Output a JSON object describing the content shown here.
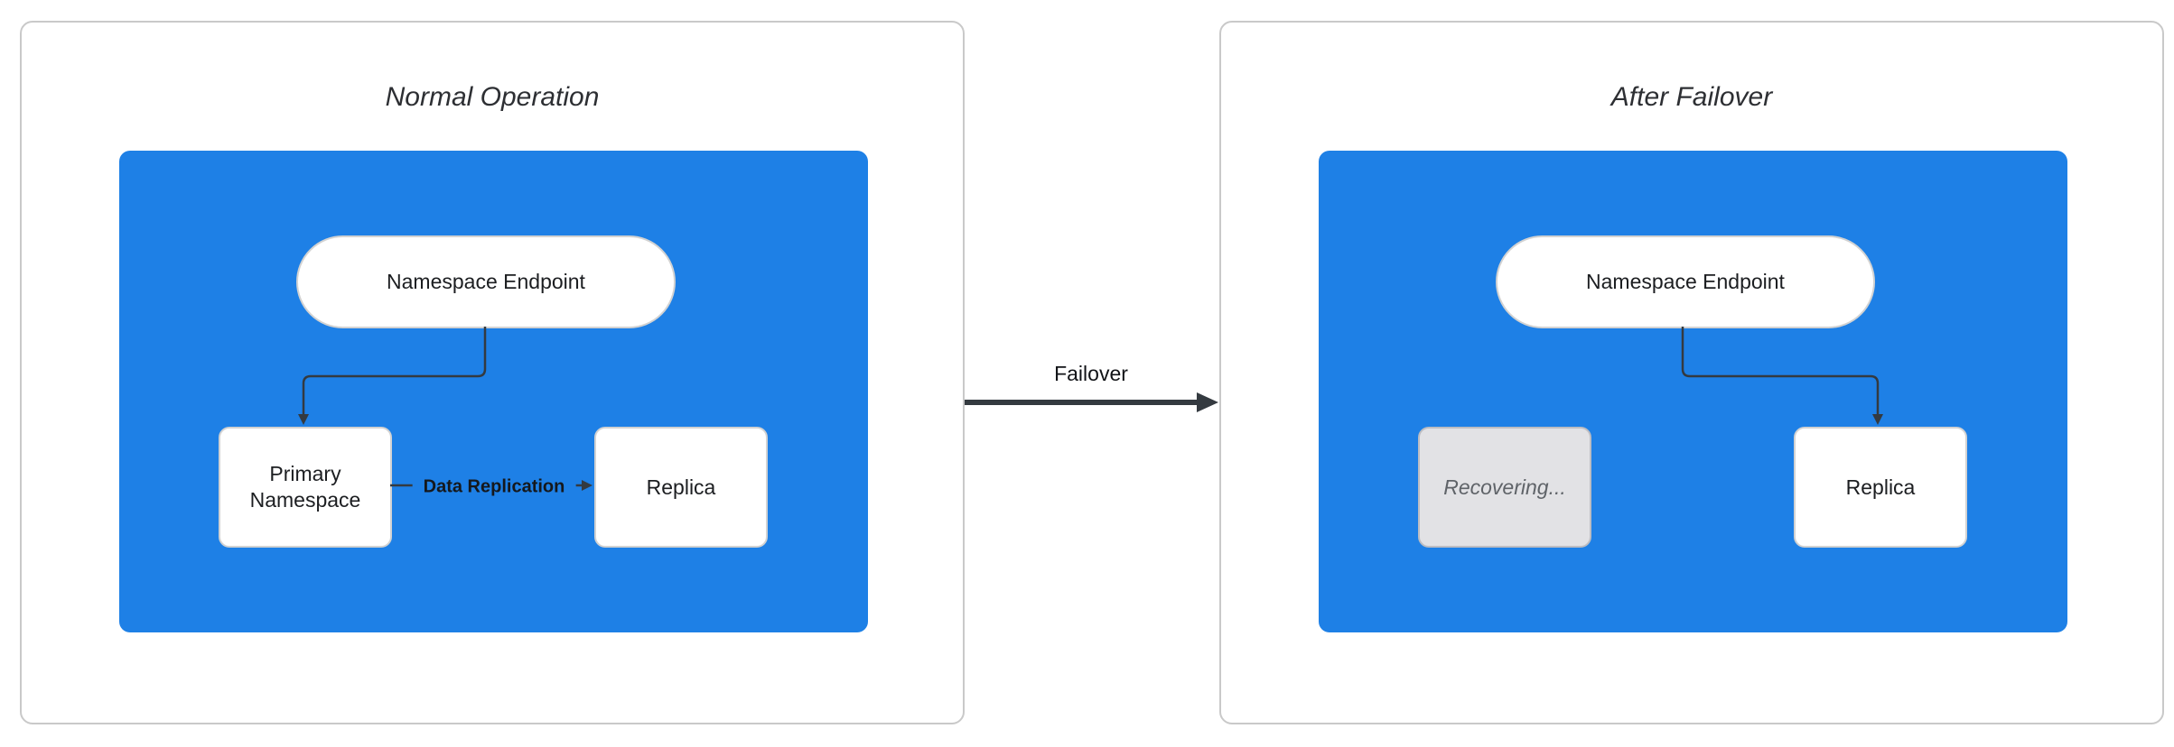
{
  "colors": {
    "cluster_blue": "#1e80e6",
    "arrow": "#343a40",
    "panel_border": "#c9c9c9",
    "node_border": "#d2d2d2",
    "recovering_fill": "#e2e2e5",
    "recovering_border": "#bdbdc2",
    "recovering_text": "#5f6368"
  },
  "panels": [
    {
      "title": "Normal Operation",
      "endpoint": "Namespace Endpoint",
      "nodes": {
        "left": "Primary Namespace",
        "right": "Replica"
      },
      "edge_label": "Data Replication"
    },
    {
      "title": "After Failover",
      "endpoint": "Namespace Endpoint",
      "nodes": {
        "left": "Recovering...",
        "right": "Replica"
      }
    }
  ],
  "transition": {
    "label": "Failover"
  }
}
